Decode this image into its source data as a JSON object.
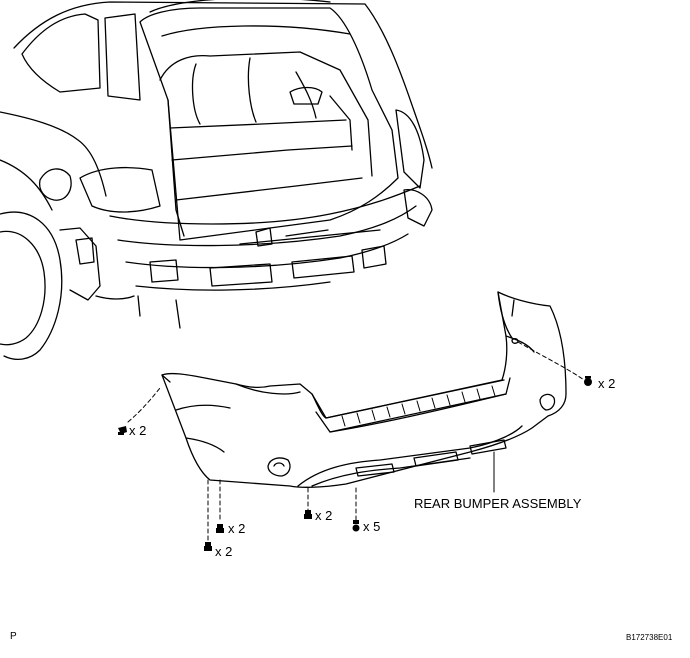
{
  "callouts": {
    "assembly": "REAR BUMPER ASSEMBLY",
    "qty_right_clip": "x 2",
    "qty_left_clip": "x 2",
    "qty_lower_bolt_top": "x 2",
    "qty_lower_bolt_bottom": "x 2",
    "qty_center_screw": "x 2",
    "qty_center_clips": "x 5"
  },
  "footer": {
    "letter": "P",
    "code": "B172738E01"
  }
}
